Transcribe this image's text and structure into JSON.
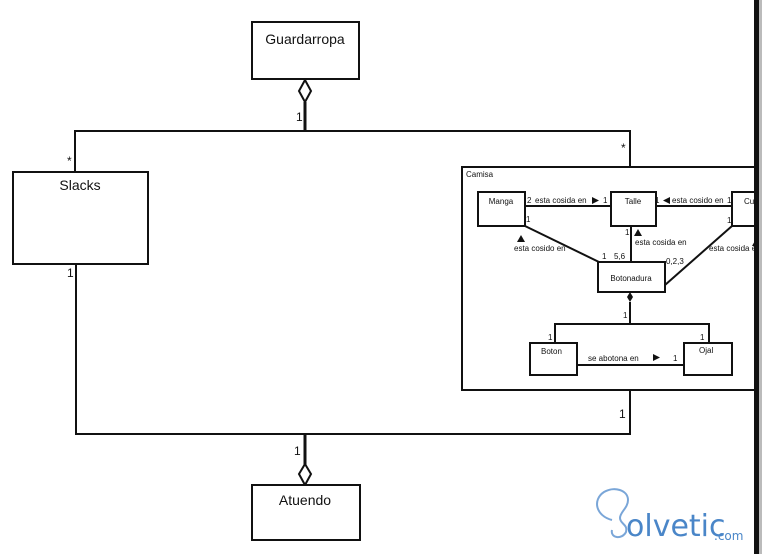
{
  "diagram": {
    "type": "UML class diagram (composition / aggregation)",
    "classes": {
      "guardarropa": "Guardarropa",
      "slacks": "Slacks",
      "atuendo": "Atuendo"
    },
    "multiplicities": {
      "guardarropa_end": "1",
      "slacks_top": "*",
      "camisa_top": "*",
      "slacks_bottom": "1",
      "camisa_bottom": "1",
      "atuendo_end": "1"
    },
    "camisa": {
      "title": "Camisa",
      "classes": {
        "manga": "Manga",
        "talle": "Talle",
        "cuello": "Cu",
        "botonadura": "Botonadura",
        "boton": "Boton",
        "ojal": "Ojal"
      },
      "associations": {
        "manga_talle": "esta cosida en",
        "manga_talle_left": "2",
        "manga_talle_right": "1",
        "cuello_talle": "esta cosido en",
        "cuello_talle_left": "1",
        "cuello_talle_right": "1",
        "manga_botonadura": "esta cosido en",
        "manga_botonadura_top": "1",
        "manga_botonadura_bottom": "1",
        "talle_botonadura": "esta cosida en",
        "talle_botonadura_top": "1",
        "talle_botonadura_bottom": "5,6",
        "cuello_botonadura": "esta cosida en",
        "cuello_botonadura_top": "1",
        "cuello_botonadura_bottom": "0,2,3",
        "botonadura_parts": "1",
        "boton_end": "1",
        "ojal_end": "1",
        "boton_ojal": "se abotona en",
        "boton_ojal_right": "1"
      }
    }
  },
  "watermark": {
    "brand": "olvetic",
    "suffix": ".com",
    "color": "#4a86c8"
  }
}
